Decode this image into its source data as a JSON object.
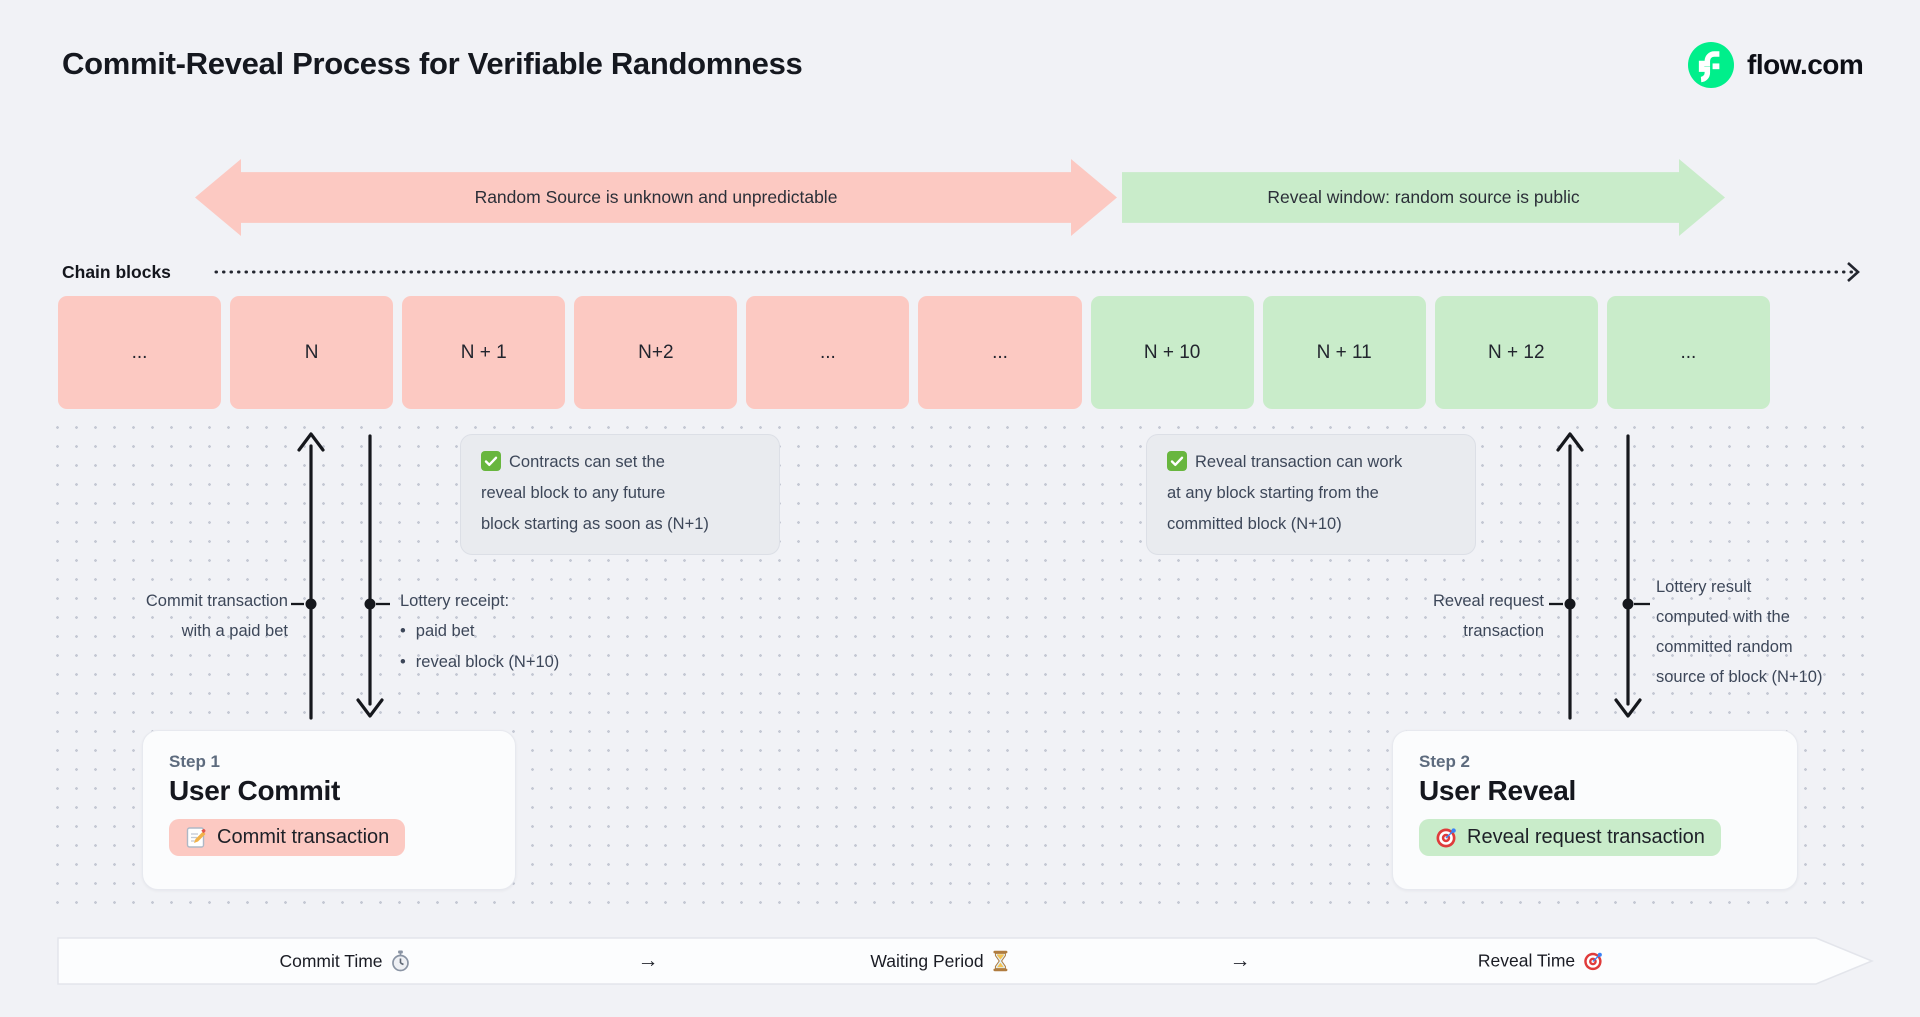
{
  "page": {
    "title": "Commit-Reveal Process for Verifiable Randomness",
    "brand": "flow.com"
  },
  "banners": {
    "unknown": "Random Source is unknown and unpredictable",
    "reveal": "Reveal window: random source is public"
  },
  "chain": {
    "label": "Chain blocks",
    "blocks": [
      {
        "label": "...",
        "phase": "commit"
      },
      {
        "label": "N",
        "phase": "commit"
      },
      {
        "label": "N + 1",
        "phase": "commit"
      },
      {
        "label": "N+2",
        "phase": "commit"
      },
      {
        "label": "...",
        "phase": "commit"
      },
      {
        "label": "...",
        "phase": "commit"
      },
      {
        "label": "N + 10",
        "phase": "reveal"
      },
      {
        "label": "N + 11",
        "phase": "reveal"
      },
      {
        "label": "N + 12",
        "phase": "reveal"
      },
      {
        "label": "...",
        "phase": "reveal"
      }
    ]
  },
  "notes": {
    "commit_icon": "check-icon",
    "commit_lines": [
      "Contracts can set the",
      "reveal block to any future",
      "block starting as soon as (N+1)"
    ],
    "reveal_icon": "check-icon",
    "reveal_lines": [
      "Reveal transaction can work",
      "at any block starting from the",
      "committed block (N+10)"
    ]
  },
  "annotations": {
    "commit_tx_lines": [
      "Commit transaction",
      "with a paid bet"
    ],
    "lottery_receipt_title": "Lottery receipt:",
    "lottery_receipt_items": [
      "paid bet",
      "reveal block (N+10)"
    ],
    "reveal_request_lines": [
      "Reveal request",
      "transaction"
    ],
    "lottery_result_lines": [
      "Lottery result",
      "computed with the",
      "committed random",
      "source of block (N+10)"
    ]
  },
  "steps": {
    "step1": {
      "eyebrow": "Step 1",
      "title": "User Commit",
      "pill": "Commit transaction",
      "pill_icon": "memo-icon"
    },
    "step2": {
      "eyebrow": "Step 2",
      "title": "User Reveal",
      "pill": "Reveal request transaction",
      "pill_icon": "target-icon"
    }
  },
  "timeline": {
    "commit": "Commit Time",
    "commit_icon": "stopwatch-icon",
    "arrow1": "→",
    "waiting": "Waiting Period",
    "waiting_icon": "hourglass-icon",
    "arrow2": "→",
    "reveal": "Reveal Time",
    "reveal_icon": "target-icon"
  },
  "colors": {
    "background": "#f1f2f6",
    "commit_phase_pink": "#fcc9c2",
    "reveal_phase_green": "#c9ecca",
    "brand_green": "#00ef8b",
    "note_bg": "#e9ebef",
    "text_dark": "#15181f",
    "text_slate": "#3d4759"
  }
}
